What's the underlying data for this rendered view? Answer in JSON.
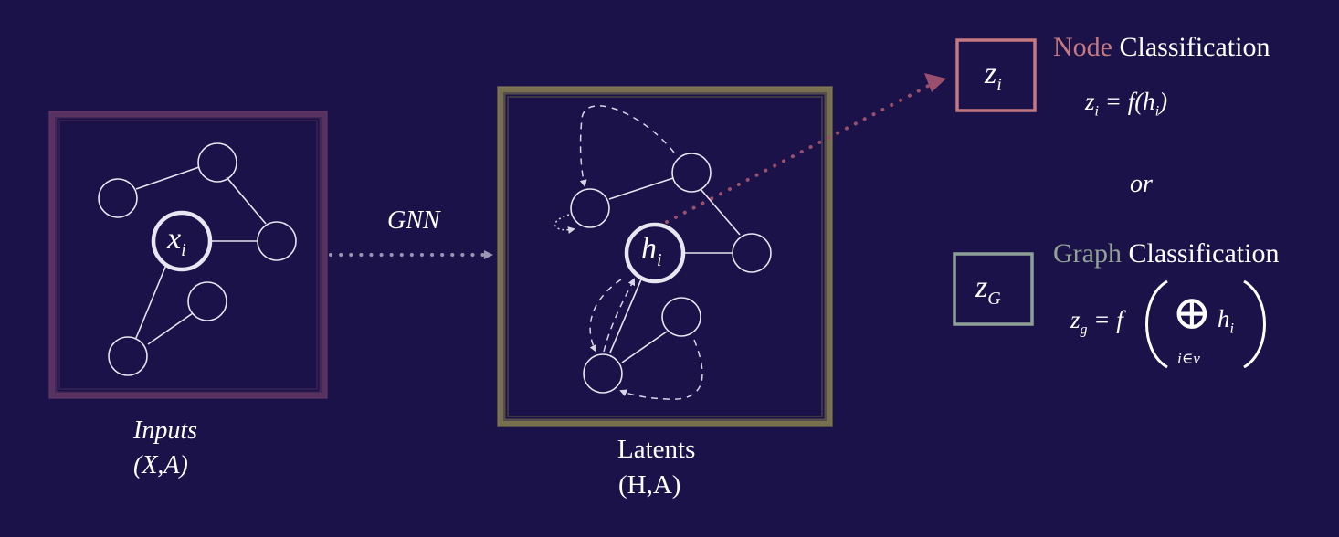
{
  "colors": {
    "background": "#1a1249",
    "inputs_frame": "#5e3562",
    "latents_frame": "#7d7550",
    "node_box": "#c47a80",
    "graph_box": "#8fa096",
    "node_word": "#c47a80",
    "graph_word": "#93a394",
    "edge": "#e8e6f0",
    "arrow": "#9a96b4",
    "node_arrow": "#9a4f6c"
  },
  "inputs": {
    "title": "Inputs",
    "subtitle": "(X,A)",
    "center_node_base": "x",
    "center_node_sub": "i"
  },
  "gnn_label": "GNN",
  "latents": {
    "title": "Latents",
    "subtitle": "(H,A)",
    "center_node_base": "h",
    "center_node_sub": "i"
  },
  "node_classification": {
    "box_base": "z",
    "box_sub": "i",
    "word_colored": "Node",
    "word_plain": "Classification",
    "formula_lhs_base": "z",
    "formula_lhs_sub": "i",
    "formula_rhs": "= f(h",
    "formula_rhs_sub": "i",
    "formula_close": ")"
  },
  "or_label": "or",
  "graph_classification": {
    "box_base": "z",
    "box_sub": "G",
    "word_colored": "Graph",
    "word_plain": "Classification",
    "formula_lhs_base": "z",
    "formula_lhs_sub": "g",
    "formula_eq": "= f",
    "oplus_symbol": "⊕",
    "sum_index": "i∈v",
    "agg_base": "h",
    "agg_sub": "i"
  }
}
